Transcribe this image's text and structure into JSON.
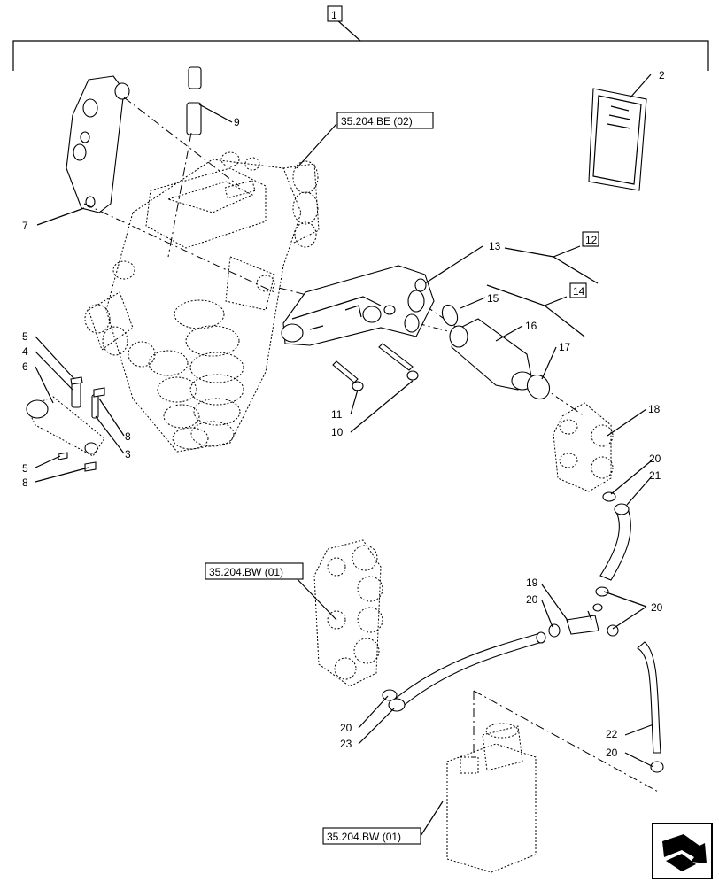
{
  "main_callout": "1",
  "callouts": {
    "c2": "2",
    "c3": "3",
    "c4": "4",
    "c5a": "5",
    "c5b": "5",
    "c6": "6",
    "c7": "7",
    "c8a": "8",
    "c8b": "8",
    "c9": "9",
    "c10": "10",
    "c11": "11",
    "c12": "12",
    "c13": "13",
    "c14": "14",
    "c15": "15",
    "c16": "16",
    "c17": "17",
    "c18": "18",
    "c19": "19",
    "c20a": "20",
    "c20b": "20",
    "c20c": "20",
    "c20d": "20",
    "c20e": "20",
    "c21": "21",
    "c22": "22",
    "c23": "23"
  },
  "references": {
    "ref_be": "35.204.BE (02)",
    "ref_bw1": "35.204.BW (01)",
    "ref_bw2": "35.204.BW (01)"
  },
  "icons": {
    "nav": "next-page-arrow-icon"
  }
}
